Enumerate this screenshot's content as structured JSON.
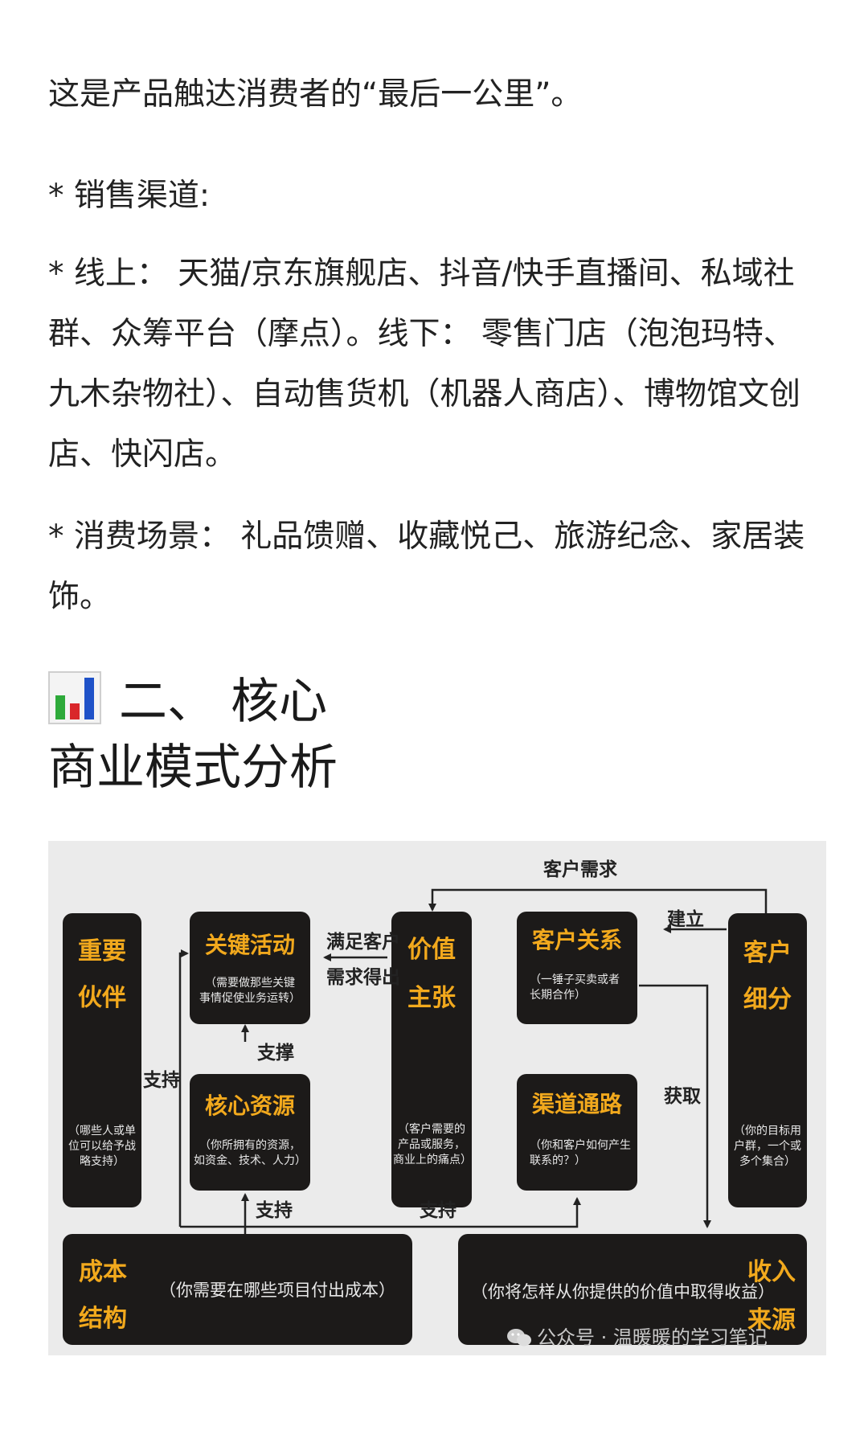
{
  "article": {
    "p1": "这是产品触达消费者的“最后一公里”。",
    "p2": "* 销售渠道:",
    "p3": "* 线上： 天猫/京东旗舰店、抖音/快手直播间、私域社群、众筹平台（摩点）。线下： 零售门店（泡泡玛特、九木杂物社）、自动售货机（机器人商店）、博物馆文创店、快闪店。",
    "p4": "* 消费场景： 礼品馈赠、收藏悦己、旅游纪念、家居装饰。",
    "heading_line1": "二、 核心",
    "heading_line2": "商业模式分析",
    "heading_icon": "bar-chart-icon"
  },
  "diagram": {
    "partners": {
      "t1": "重要",
      "t2": "伙伴",
      "d1": "（哪些人或单",
      "d2": "位可以给予战",
      "d3": "略支持）"
    },
    "activities": {
      "t": "关键活动",
      "d1": "（需要做那些关键",
      "d2": "事情促使业务运转）"
    },
    "resources": {
      "t": "核心资源",
      "d1": "（你所拥有的资源，",
      "d2": "如资金、技术、人力）"
    },
    "value": {
      "t1": "价值",
      "t2": "主张",
      "d1": "（客户需要的",
      "d2": "产品或服务，",
      "d3": "商业上的痛点）"
    },
    "relations": {
      "t": "客户关系",
      "d1": "（一锤子买卖或者",
      "d2": "长期合作）"
    },
    "channels": {
      "t": "渠道通路",
      "d1": "（你和客户如何产生",
      "d2": "联系的？）"
    },
    "segments": {
      "t1": "客户",
      "t2": "细分",
      "d1": "（你的目标用",
      "d2": "户群，一个或",
      "d3": "多个集合）"
    },
    "cost": {
      "t1": "成本",
      "t2": "结构",
      "d": "（你需要在哪些项目付出成本）"
    },
    "revenue": {
      "t1": "收入",
      "t2": "来源",
      "d": "（你将怎样从你提供的价值中取得收益）"
    },
    "labels": {
      "customer_needs": "客户需求",
      "satisfy1": "满足客户",
      "satisfy2": "需求得出",
      "build": "建立",
      "support_partner": "支持",
      "support_resource": "支撑",
      "acquire": "获取",
      "support_cost": "支持",
      "support_channel": "支持"
    },
    "watermark": "公众号 · 温暖暖的学习笔记",
    "colors": {
      "box": "#1c1a19",
      "title": "#f2a91d",
      "line": "#222222",
      "bg": "#ebebeb"
    }
  }
}
